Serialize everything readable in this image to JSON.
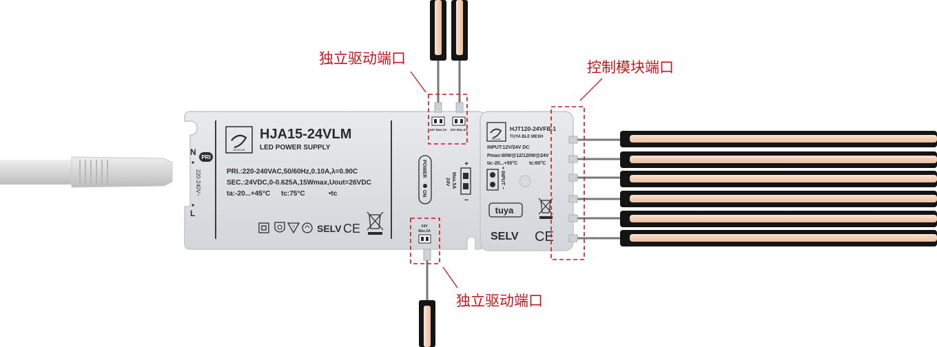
{
  "callouts": {
    "top_port": "独立驱动端口",
    "control_port": "控制模块端口",
    "bottom_port": "独立驱动端口"
  },
  "driver": {
    "model": "HJA15-24VLM",
    "subtitle": "LED POWER SUPPLY",
    "pri_spec": "PRI.:220-240VAC,50/60Hz,0.10A,λ=0.90C",
    "sec_spec": "SEC.:24VDC,0-0.625A,15Wmax,Uout=26VDC",
    "ta_spec": "ta:-20...+45°C",
    "tc_spec": "tc:75°C",
    "tc_mark": "•tc",
    "selv": "SELV",
    "ce": "CE",
    "pri_tag": "PRI",
    "n_label": "N",
    "l_label": "L",
    "voltage": "220-240V~",
    "brand": "HENGJIE",
    "power_label": "POWER",
    "on_label": "ON",
    "out_voltage": "24V",
    "out_max_side": "Max.5A",
    "port_top_text": "24V Max.2A",
    "bottom_port_v": "24V",
    "bottom_port_a": "Max.2A"
  },
  "module": {
    "model": "HJT120-24VFB-1",
    "subtitle": "TUYA BLE MESH",
    "input": "INPUT:12V/24V DC",
    "pmax": "Pmax:60W@12/120W@24V",
    "ta": "ta:-20...+50°C",
    "tc": "tc:60°C",
    "input_vertical": "+ INPUT −",
    "tuya": "tuya",
    "selv": "SELV",
    "ce": "CE",
    "brand": "HENGJIE"
  },
  "colors": {
    "callout": "#c8161d",
    "case": "#dfe1e4",
    "strip_glow": "#f6d8c4",
    "strip_body": "#141414"
  }
}
